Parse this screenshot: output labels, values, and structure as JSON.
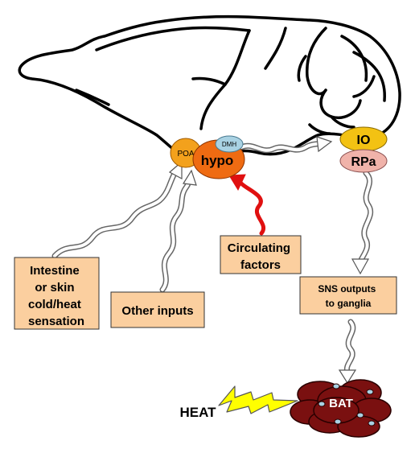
{
  "nodes": {
    "poa": "POA",
    "hypo": "hypo",
    "dmh": "DMH",
    "io": "IO",
    "rpa": "RPa",
    "bat": "BAT"
  },
  "boxes": {
    "intestine": [
      "Intestine",
      "or skin",
      "cold/heat",
      "sensation"
    ],
    "other": "Other inputs",
    "circulating": [
      "Circulating",
      "factors"
    ],
    "sns": [
      "SNS outputs",
      "to ganglia"
    ]
  },
  "heat": "HEAT",
  "colors": {
    "poa": "#f3a11c",
    "hypo": "#ef6b12",
    "dmh": "#a9d2e3",
    "io": "#f3c213",
    "rpa": "#f0b3aa",
    "box": "#fbcf9f",
    "bat": "#7a1010",
    "bolt": "#ffff00",
    "red_arrow": "#e01010"
  }
}
